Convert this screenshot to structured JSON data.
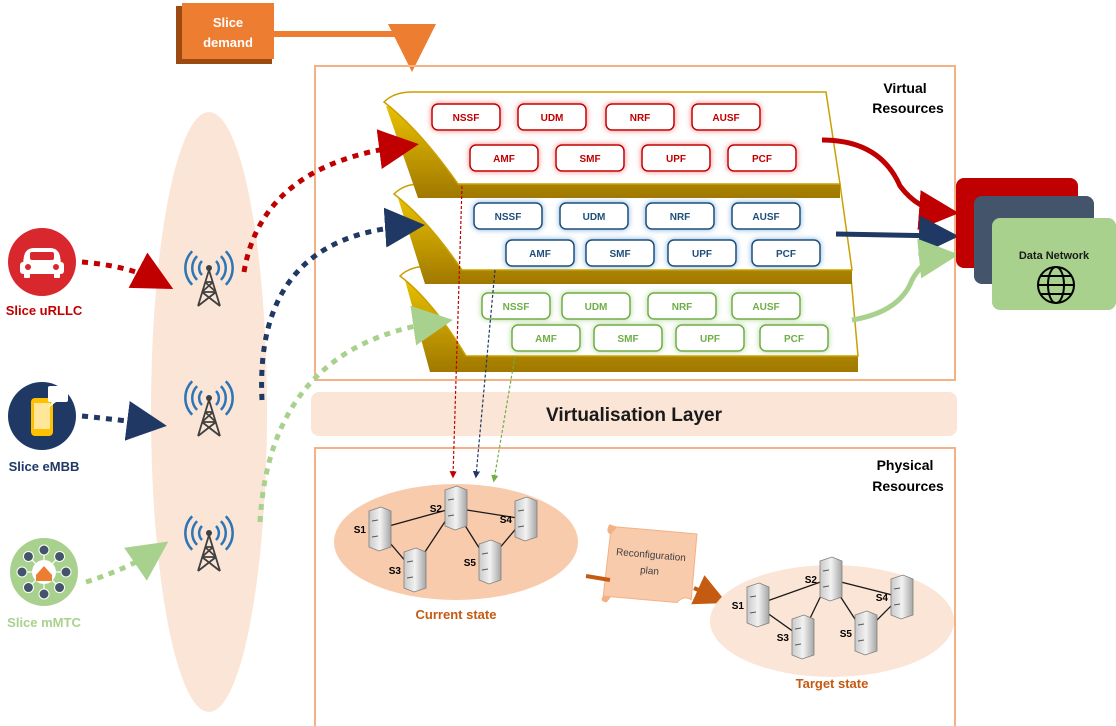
{
  "slice_demand": {
    "label_line1": "Slice",
    "label_line2": "demand",
    "color": "#ed7d31"
  },
  "virtual_box": {
    "label_line1": "Virtual",
    "label_line2": "Resources"
  },
  "physical_box": {
    "label_line1": "Physical",
    "label_line2": "Resources"
  },
  "virtualisation_layer": {
    "label": "Virtualisation Layer"
  },
  "slices": [
    {
      "label": "Slice uRLLC",
      "color": "#c00000"
    },
    {
      "label": "Slice eMBB",
      "color": "#1f3864"
    },
    {
      "label": "Slice mMTC",
      "color": "#a9d18e"
    }
  ],
  "layers": [
    {
      "color": "#c00000",
      "row1": [
        "NSSF",
        "UDM",
        "NRF",
        "AUSF"
      ],
      "row2": [
        "AMF",
        "SMF",
        "UPF",
        "PCF"
      ]
    },
    {
      "color": "#1f4e79",
      "row1": [
        "NSSF",
        "UDM",
        "NRF",
        "AUSF"
      ],
      "row2": [
        "AMF",
        "SMF",
        "UPF",
        "PCF"
      ]
    },
    {
      "color": "#70ad47",
      "row1": [
        "NSSF",
        "UDM",
        "NRF",
        "AUSF"
      ],
      "row2": [
        "AMF",
        "SMF",
        "UPF",
        "PCF"
      ]
    }
  ],
  "data_network": {
    "label": "Data Network",
    "colors": [
      "#c00000",
      "#44546a",
      "#a9d18e"
    ]
  },
  "current_state": {
    "label": "Current state",
    "servers": [
      "S1",
      "S2",
      "S3",
      "S4",
      "S5"
    ]
  },
  "target_state": {
    "label": "Target state",
    "servers": [
      "S1",
      "S2",
      "S3",
      "S4",
      "S5"
    ]
  },
  "reconfiguration": {
    "label_line1": "Reconfiguration",
    "label_line2": "plan"
  },
  "colors": {
    "orange": "#ed7d31",
    "peach": "#f8cbad",
    "light_peach": "#fbe5d6",
    "gold": "#c9a100"
  }
}
